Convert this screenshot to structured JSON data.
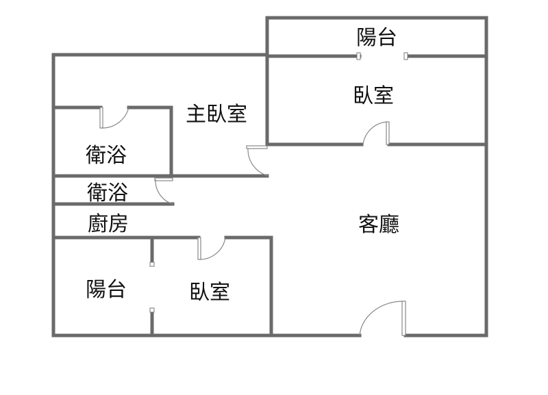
{
  "rooms": {
    "balcony_top": "陽台",
    "bedroom_top": "臥室",
    "master_bedroom": "主臥室",
    "bathroom_1": "衛浴",
    "bathroom_2": "衛浴",
    "kitchen": "廚房",
    "living_room": "客廳",
    "balcony_bottom": "陽台",
    "bedroom_bottom": "臥室"
  },
  "colors": {
    "wall": "#6a6a6a",
    "door": "#888888"
  }
}
